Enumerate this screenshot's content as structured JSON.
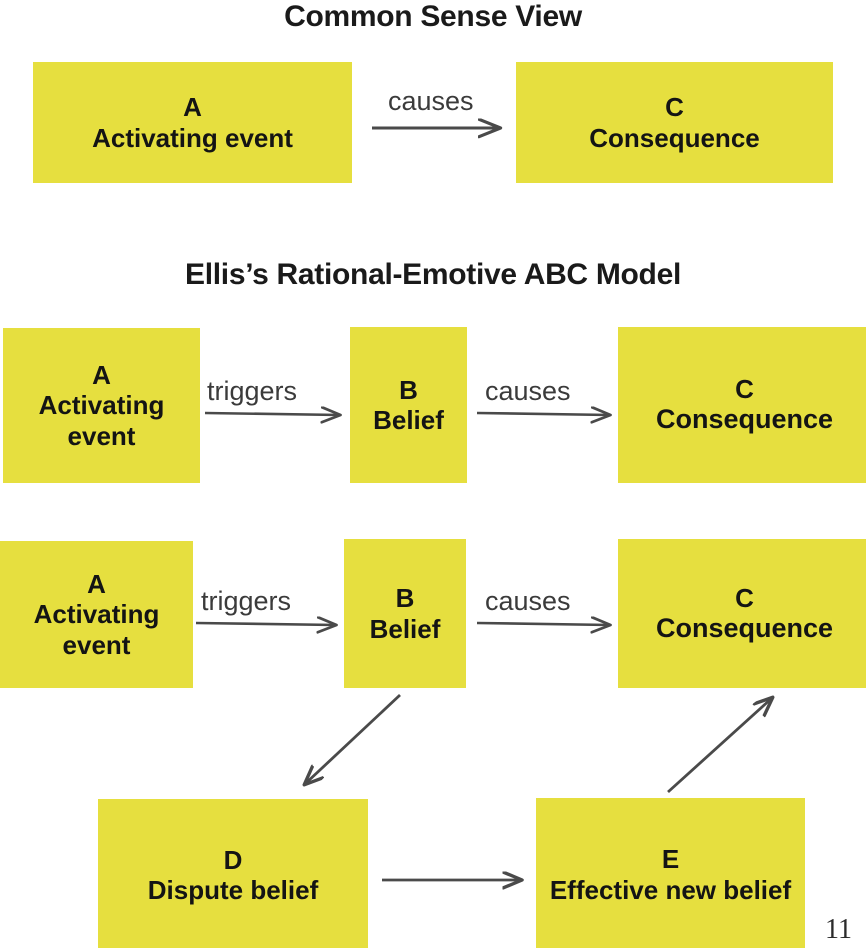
{
  "page": {
    "page_number": "11",
    "background_color": "#ffffff",
    "node_color": "#e6df3f",
    "text_color": "#141414",
    "arrow_color": "#4a4a4a"
  },
  "sections": [
    {
      "id": "common-sense",
      "title": "Common Sense View"
    },
    {
      "id": "ellis-abc",
      "title": "Ellis’s Rational-Emotive ABC Model"
    }
  ],
  "nodes": {
    "a1": {
      "letter": "A",
      "label": "Activating event"
    },
    "c1": {
      "letter": "C",
      "label": "Consequence"
    },
    "a2": {
      "letter": "A",
      "label": "Activating event"
    },
    "b2": {
      "letter": "B",
      "label": "Belief"
    },
    "c2": {
      "letter": "C",
      "label": "Consequence"
    },
    "a3": {
      "letter": "A",
      "label": "Activating event"
    },
    "b3": {
      "letter": "B",
      "label": "Belief"
    },
    "c3": {
      "letter": "C",
      "label": "Consequence"
    },
    "d": {
      "letter": "D",
      "label": "Dispute belief"
    },
    "e": {
      "letter": "E",
      "label": "Effective new belief"
    }
  },
  "edges": [
    {
      "id": "e-a1-c1",
      "from": "a1",
      "to": "c1",
      "label": "causes",
      "style": "horizontal"
    },
    {
      "id": "e-a2-b2",
      "from": "a2",
      "to": "b2",
      "label": "triggers",
      "style": "horizontal"
    },
    {
      "id": "e-b2-c2",
      "from": "b2",
      "to": "c2",
      "label": "causes",
      "style": "horizontal"
    },
    {
      "id": "e-a3-b3",
      "from": "a3",
      "to": "b3",
      "label": "triggers",
      "style": "horizontal"
    },
    {
      "id": "e-b3-c3",
      "from": "b3",
      "to": "c3",
      "label": "causes",
      "style": "horizontal"
    },
    {
      "id": "e-b3-d",
      "from": "b3",
      "to": "d",
      "label": "",
      "style": "diagonal-down-left"
    },
    {
      "id": "e-d-e",
      "from": "d",
      "to": "e",
      "label": "",
      "style": "horizontal"
    },
    {
      "id": "e-e-c3",
      "from": "e",
      "to": "c3",
      "label": "",
      "style": "diagonal-up-right"
    }
  ]
}
